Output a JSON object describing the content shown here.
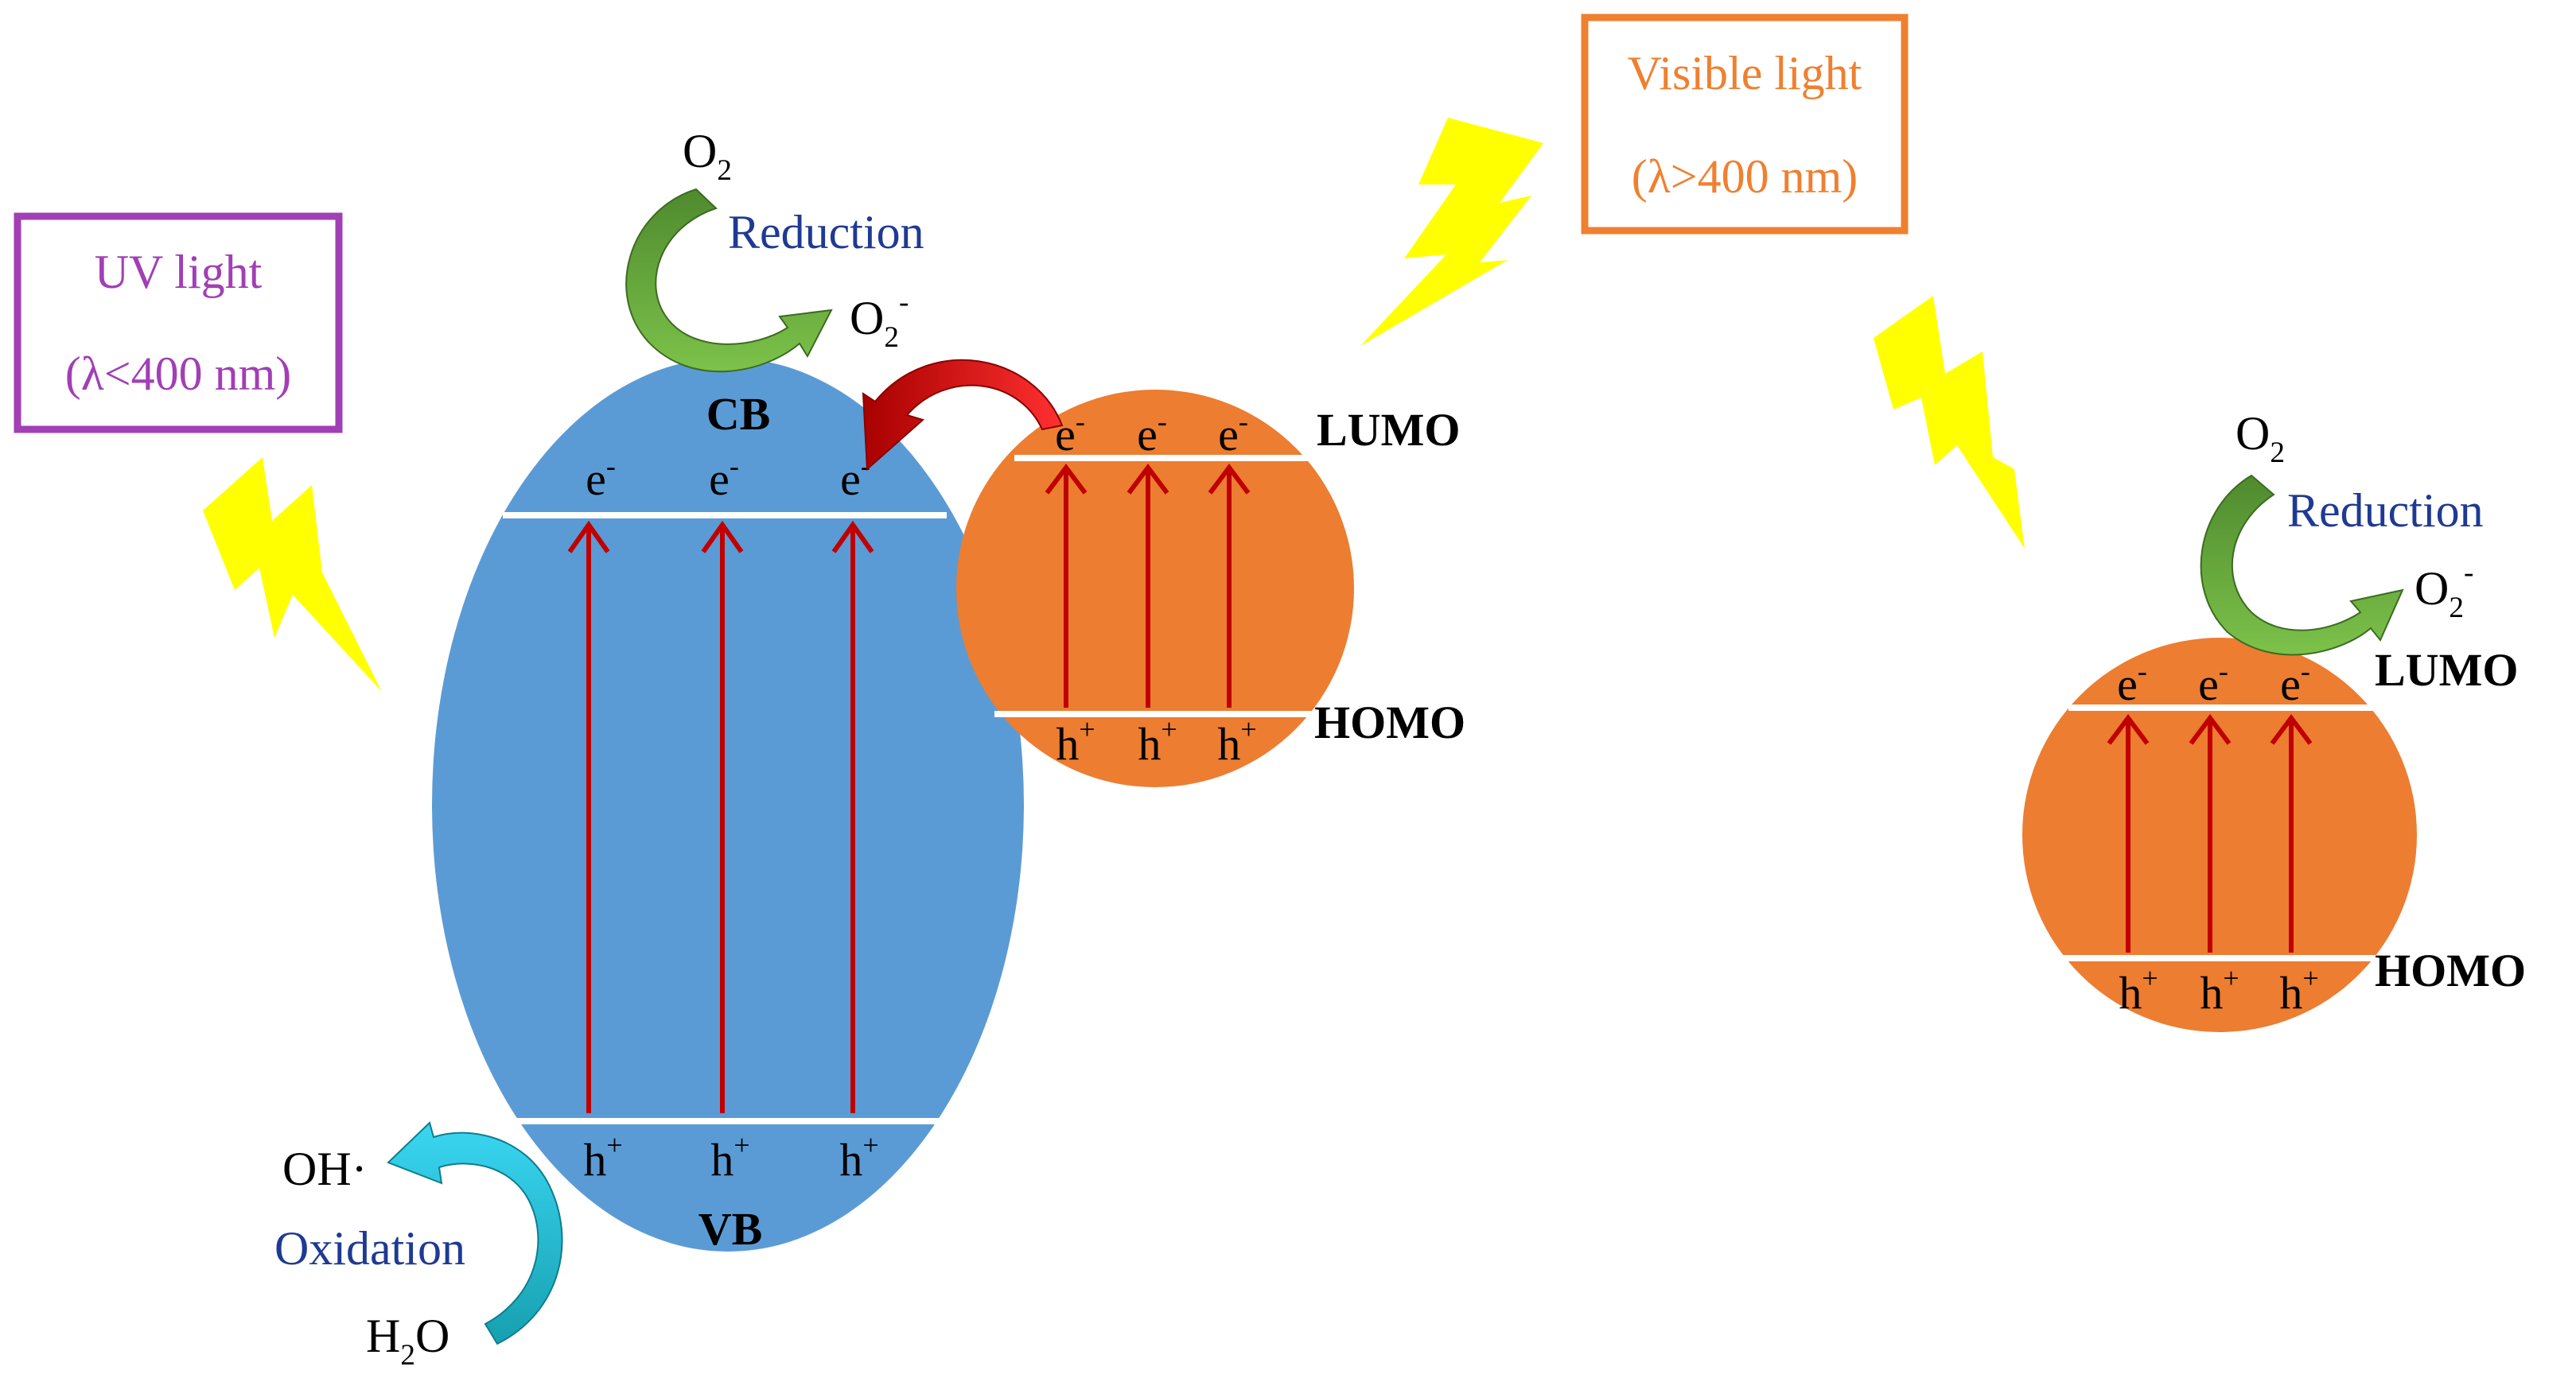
{
  "uv_box": {
    "line1": "UV light",
    "line2": "(λ<400 nm)",
    "color": "#a13fb5"
  },
  "vis_box": {
    "line1": "Visible light",
    "line2": "(λ>400 nm)",
    "color": "#ef8030"
  },
  "bolt_color": "#ffff00",
  "semiconductor": {
    "color": "#5b9bd5",
    "cb_label": "CB",
    "vb_label": "VB",
    "electrons": [
      "e",
      "e",
      "e"
    ],
    "electron_charge": "-",
    "holes": [
      "h",
      "h",
      "h"
    ],
    "hole_charge": "+"
  },
  "dot_middle": {
    "color": "#ed7d31",
    "lumo_label": "LUMO",
    "homo_label": "HOMO",
    "electrons": [
      "e",
      "e",
      "e"
    ],
    "electron_charge": "-",
    "holes": [
      "h",
      "h",
      "h"
    ],
    "hole_charge": "+"
  },
  "dot_right": {
    "color": "#ed7d31",
    "lumo_label": "LUMO",
    "homo_label": "HOMO",
    "electrons": [
      "e",
      "e",
      "e"
    ],
    "electron_charge": "-",
    "holes": [
      "h",
      "h",
      "h"
    ],
    "hole_charge": "+"
  },
  "reaction_top": {
    "reactant": "O",
    "reactant_sub": "2",
    "process": "Reduction",
    "product": "O",
    "product_sub": "2",
    "product_sup": "-"
  },
  "reaction_right": {
    "reactant": "O",
    "reactant_sub": "2",
    "process": "Reduction",
    "product": "O",
    "product_sub": "2",
    "product_sup": "-"
  },
  "reaction_bottom": {
    "reactant": "H",
    "reactant_sub": "2",
    "reactant_tail": "O",
    "process": "Oxidation",
    "product": "OH·"
  },
  "colors": {
    "excitation_arrow": "#c00000",
    "transfer_arrow": "#e41b1b",
    "reduction_arrow_start": "#548235",
    "reduction_arrow_end": "#70ad47",
    "oxidation_arrow_start": "#1aa3b6",
    "oxidation_arrow_end": "#2ad0ee",
    "process_text": "#1f3a93"
  }
}
